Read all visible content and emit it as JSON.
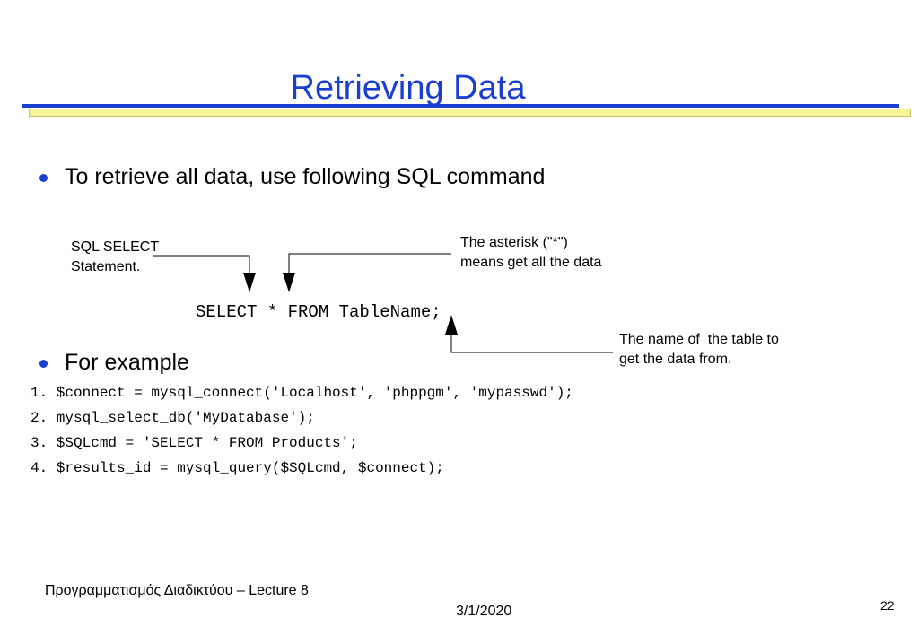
{
  "slide": {
    "title": "Retrieving Data",
    "bullets": [
      "To retrieve all data, use following SQL command",
      "For example"
    ],
    "annotations": {
      "select_line1": "SQL SELECT",
      "select_line2": "Statement.",
      "asterisk_line1": "The asterisk (\"*\")",
      "asterisk_line2": "means get all the data",
      "table_line1": "The name of  the table to",
      "table_line2": "get the data from."
    },
    "sql_statement": "SELECT * FROM TableName;",
    "code_lines": [
      "1. $connect = mysql_connect('Localhost', 'phppgm', 'mypasswd');",
      "2. mysql_select_db('MyDatabase');",
      "3. $SQLcmd = 'SELECT * FROM Products';",
      "4. $results_id = mysql_query($SQLcmd, $connect);"
    ],
    "footer": {
      "course": "Προγραμματισμός Διαδικτύου – Lecture 8",
      "date": "3/1/2020",
      "page_number": "22"
    }
  },
  "colors": {
    "title": "#1b3fd0",
    "rule_blue": "#1b3fd0",
    "rule_yellow": "#f8f49a",
    "bullet_dot": "#1b3fd0"
  }
}
